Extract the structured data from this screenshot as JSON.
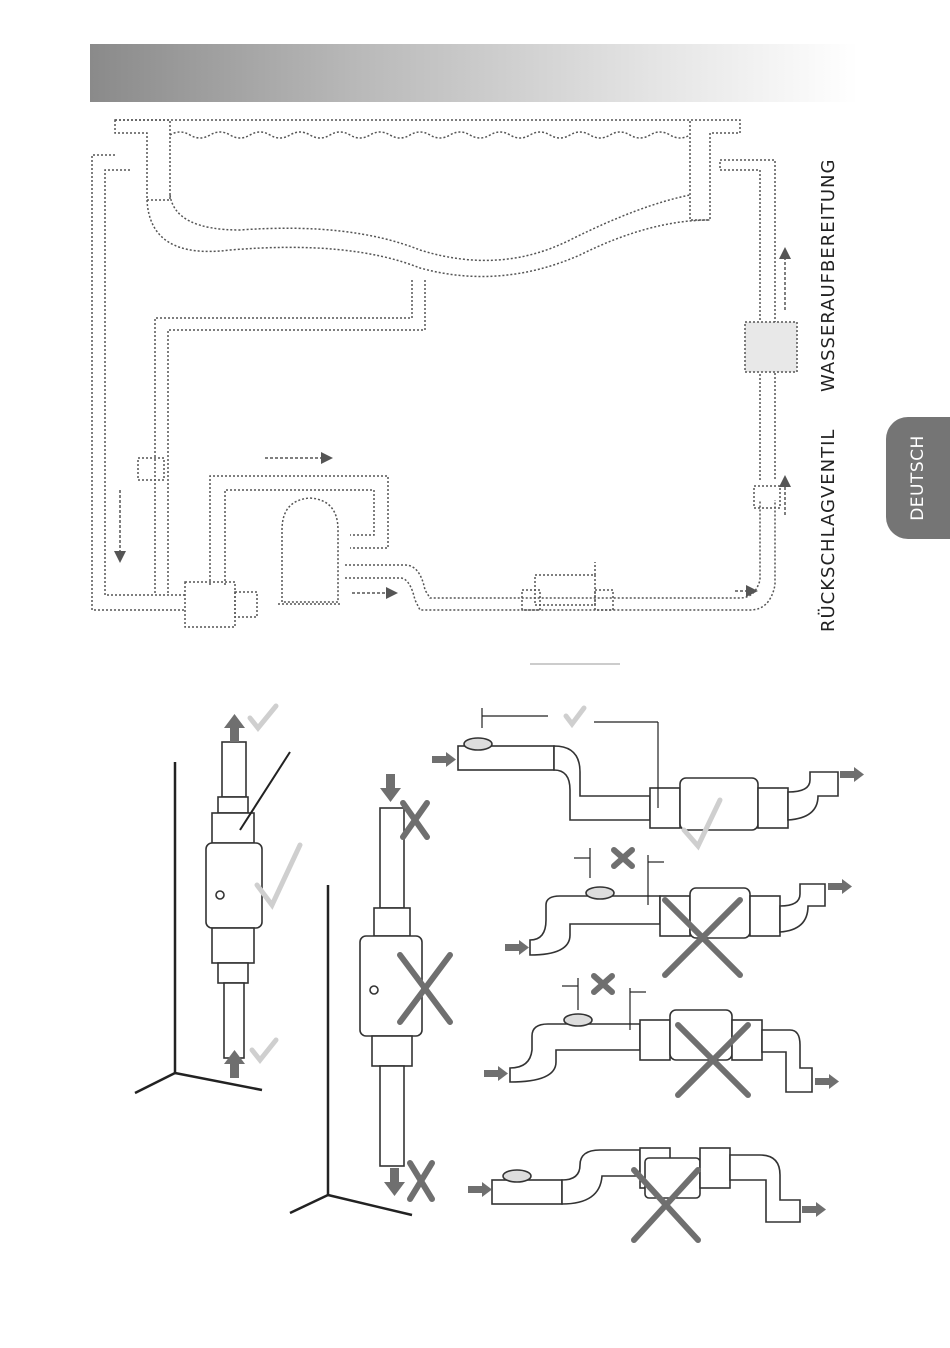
{
  "header": {
    "style": "gradient-bar"
  },
  "language_tab": {
    "label": "DEUTSCH",
    "color": "#757575"
  },
  "diagram_labels": {
    "check_valve": "RÜCKSCHLAGVENTIL",
    "water_treatment": "WASSERAUFBEREITUNG"
  },
  "installation": {
    "correct_mark": "check-icon",
    "incorrect_mark": "cross-icon",
    "mark_color": "#6f6f6f"
  }
}
